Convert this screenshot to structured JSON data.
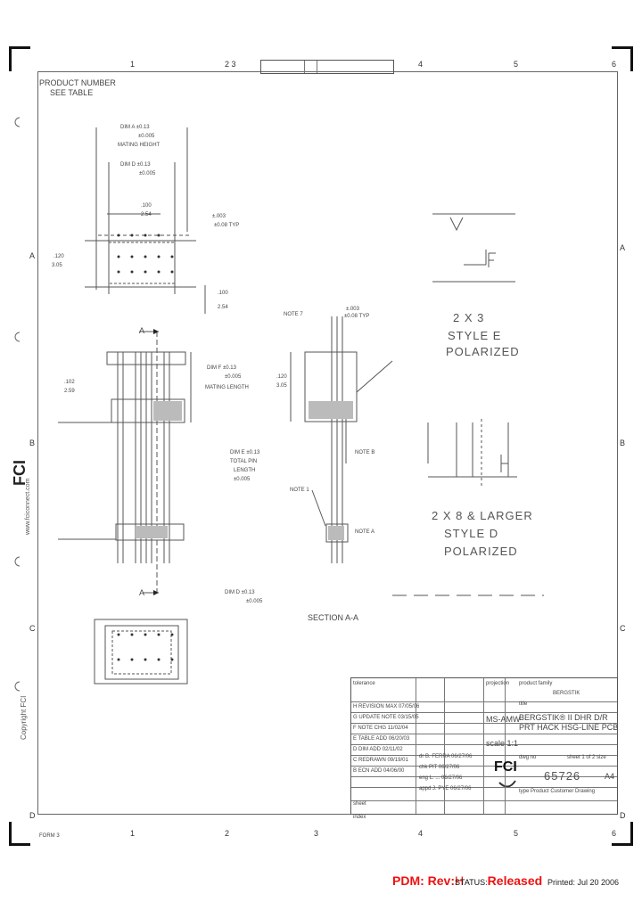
{
  "zones_top": [
    "1",
    "2 3",
    "4",
    "5",
    "6"
  ],
  "zones_bottom": [
    "1",
    "2",
    "3",
    "4",
    "5",
    "6"
  ],
  "zones_side_right": [
    "A",
    "B",
    "C",
    "D"
  ],
  "zones_side_left": [
    "A",
    "B",
    "C",
    "D"
  ],
  "notes": {
    "product_number_1": "PRODUCT NUMBER",
    "product_number_2": "SEE TABLE",
    "dim_a": "DIM A ±0.13",
    "dim_a2": "±0.005",
    "mating_height": "MATING HEIGHT",
    "dim_d": "DIM D ±0.13",
    "dim_d2": "±0.005",
    "tol_100": ".100",
    "tol_254": "2.54",
    "typ_a": "±.003",
    "typ_b": "±0.08 TYP",
    "dim_120": ".120",
    "dim_305": "3.05",
    "dim_102": ".102",
    "dim_259": "2.59",
    "a_label": "A",
    "dim_e": "DIM E ±0.13",
    "dim_e2": "±0.005",
    "total_pin": "TOTAL PIN",
    "length": "LENGTH",
    "dim_f": "DIM F ±0.13",
    "dim_f2": "±0.005",
    "mating_length": "MATING LENGTH",
    "note_b": "NOTE B",
    "note_a": "NOTE A",
    "note_7": "NOTE 7",
    "note_1": "NOTE 1",
    "section": "SECTION A-A",
    "typ": "TYP",
    "style_e_1": "2 X 3",
    "style_e_2": "STYLE E",
    "style_e_3": "POLARIZED",
    "style_d_1": "2 X 8 & LARGER",
    "style_d_2": "STYLE D",
    "style_d_3": "POLARIZED",
    "brand_vertical": "FCI",
    "web_vertical": "www.fciconnect.com",
    "copyright_vertical": "Copyright FCI"
  },
  "title_block": {
    "tol_label": "tolerance",
    "projection": "projection",
    "product_family_label": "product family",
    "product_family": "BERGSTIK",
    "title_label": "title",
    "title_line1": "BERGSTIK® II DHR D/R",
    "title_line2": "PRT HACK HSG-LINE PCB",
    "drawn_by": "MS-AMW",
    "scale": "scale 1:1",
    "dwg_no_label": "dwg no",
    "sheet_label": "sheet 1 of 2 size",
    "dwg_no": "65726",
    "size": "A4",
    "type": "type Product Customer Drawing",
    "logo": "FCI",
    "revisions": [
      {
        "rev": "H",
        "desc": "REVISION MAX",
        "date": "07/05/06"
      },
      {
        "rev": "G",
        "desc": "UPDATE NOTE",
        "date": "03/15/05"
      },
      {
        "rev": "F",
        "desc": "NOTE CHG",
        "date": "11/02/04"
      },
      {
        "rev": "E",
        "desc": "TABLE ADD",
        "date": "06/20/03"
      },
      {
        "rev": "D",
        "desc": "DIM ADD",
        "date": "02/11/02"
      },
      {
        "rev": "C",
        "desc": "REDRAWN",
        "date": "09/19/01"
      },
      {
        "rev": "B",
        "desc": "ECN ADD",
        "date": "04/06/00"
      }
    ],
    "approvals": [
      {
        "role": "dr",
        "name": "B. FERRA",
        "date": "06/27/06"
      },
      {
        "role": "chk",
        "name": "PIT",
        "date": "06/27/06"
      },
      {
        "role": "eng",
        "name": "L. ...",
        "date": "06/27/06"
      },
      {
        "role": "appd",
        "name": "J. PYE",
        "date": "06/27/06"
      }
    ],
    "sheet_row": "sheet",
    "index_row": "index"
  },
  "footer": {
    "pdm_label": "PDM: Rev:",
    "pdm_rev": "H",
    "status_label": "STATUS:",
    "status_value": "Released",
    "printed": "Printed: Jul 20 2006"
  },
  "corner_text": "FORM 3"
}
